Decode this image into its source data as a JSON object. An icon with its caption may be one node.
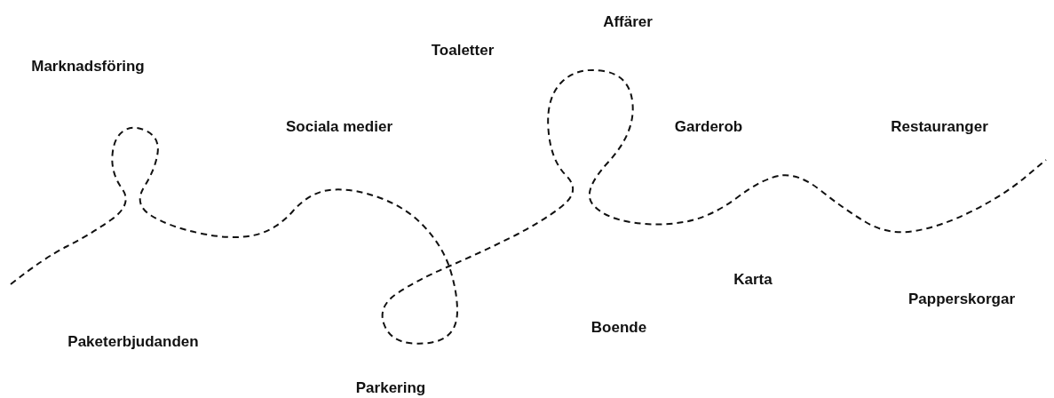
{
  "diagram": {
    "labels": [
      "Affärer",
      "Toaletter",
      "Marknadsföring",
      "Sociala medier",
      "Garderob",
      "Restauranger",
      "Karta",
      "Papperskorgar",
      "Boende",
      "Paketerbjudanden",
      "Parkering"
    ]
  }
}
